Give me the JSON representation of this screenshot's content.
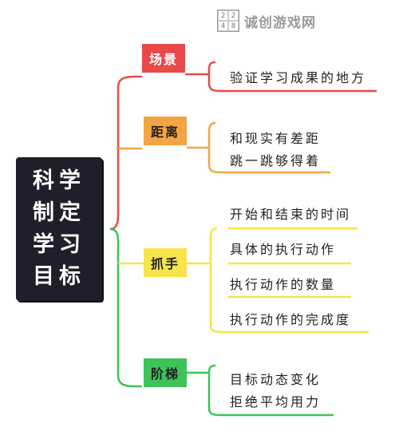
{
  "watermark": {
    "grid": [
      "2",
      "2",
      "4",
      "8"
    ],
    "text": "诚创游戏网"
  },
  "title": {
    "lines": [
      "科学",
      "制定",
      "学习",
      "目标"
    ]
  },
  "branches": [
    {
      "label": "场景",
      "color": "#e84a4a",
      "items": [
        "验证学习成果的地方"
      ]
    },
    {
      "label": "距离",
      "color": "#f4a443",
      "items": [
        "和现实有差距",
        "跳一跳够得着"
      ]
    },
    {
      "label": "抓手",
      "color": "#f6e44a",
      "items": [
        "开始和结束的时间",
        "具体的执行动作",
        "执行动作的数量",
        "执行动作的完成度"
      ]
    },
    {
      "label": "阶梯",
      "color": "#3ec25a",
      "items": [
        "目标动态变化",
        "拒绝平均用力"
      ]
    }
  ]
}
